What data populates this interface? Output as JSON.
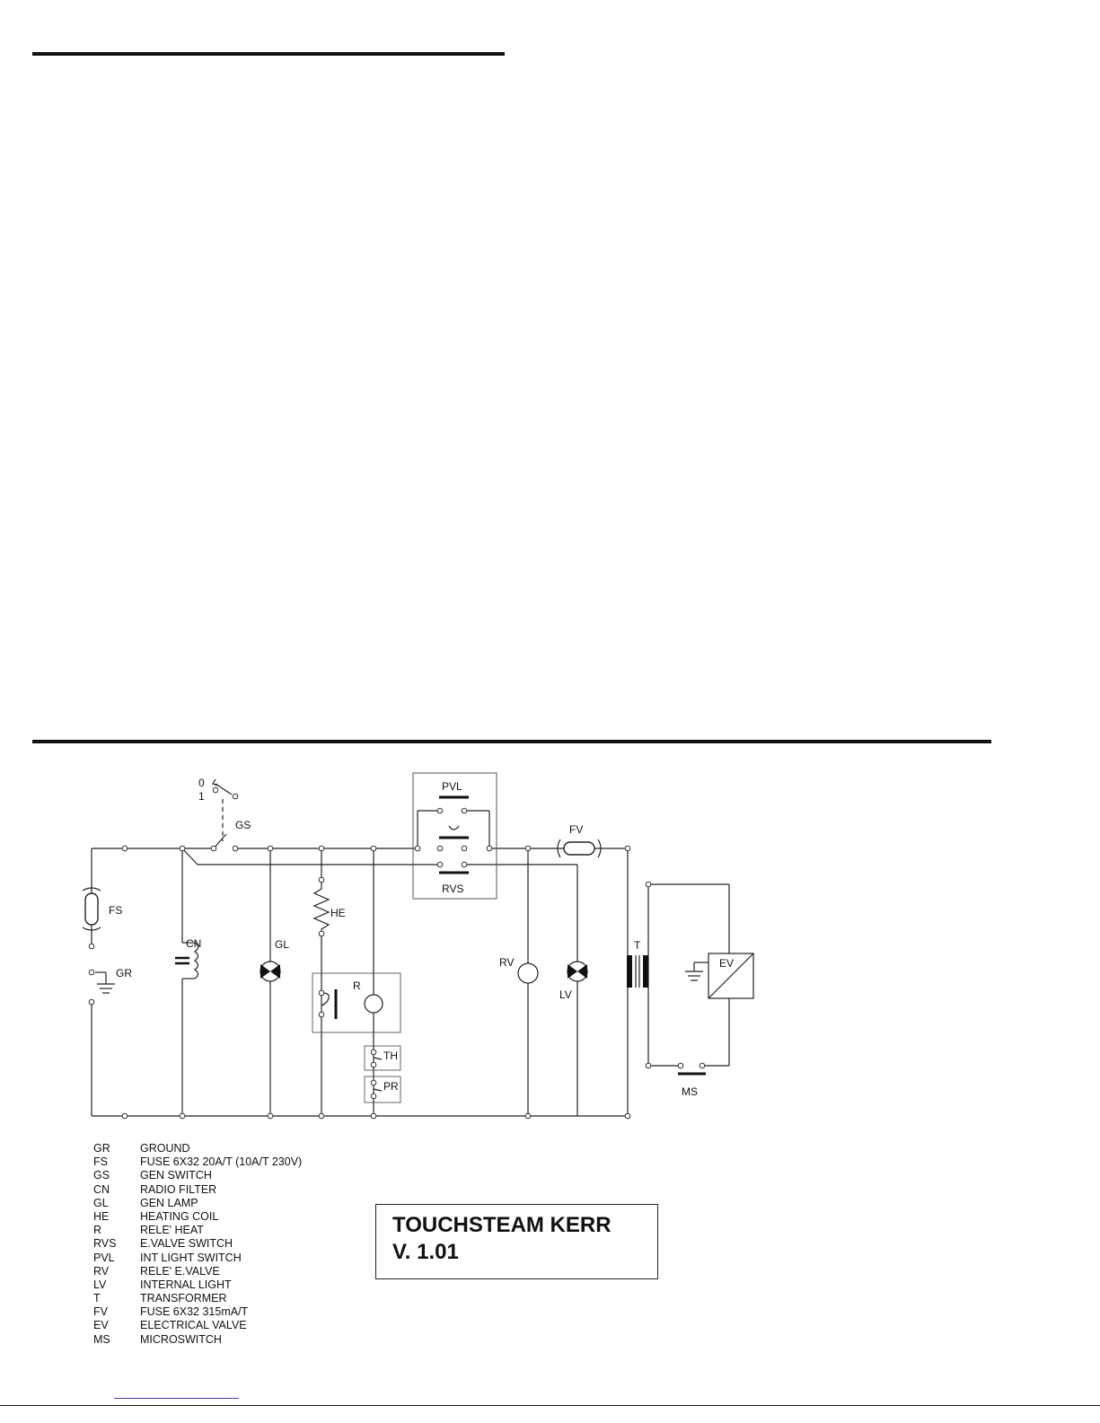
{
  "diagram": {
    "switch_positions": [
      "0",
      "1"
    ],
    "labels": {
      "GS": "GS",
      "PVL": "PVL",
      "RVS": "RVS",
      "FV": "FV",
      "FS": "FS",
      "GR": "GR",
      "CN": "CN",
      "GL": "GL",
      "HE": "HE",
      "R": "R",
      "TH": "TH",
      "PR": "PR",
      "RV": "RV",
      "LV": "LV",
      "T": "T",
      "EV": "EV",
      "MS": "MS"
    }
  },
  "legend": [
    {
      "code": "GR",
      "desc": "GROUND"
    },
    {
      "code": "FS",
      "desc": "FUSE 6X32 20A/T (10A/T 230V)"
    },
    {
      "code": "GS",
      "desc": "GEN SWITCH"
    },
    {
      "code": "CN",
      "desc": "RADIO FILTER"
    },
    {
      "code": "GL",
      "desc": "GEN LAMP"
    },
    {
      "code": "HE",
      "desc": "HEATING COIL"
    },
    {
      "code": "R",
      "desc": "RELE' HEAT"
    },
    {
      "code": "RVS",
      "desc": "E.VALVE SWITCH"
    },
    {
      "code": "PVL",
      "desc": "INT LIGHT SWITCH"
    },
    {
      "code": "RV",
      "desc": "RELE' E.VALVE"
    },
    {
      "code": "LV",
      "desc": "INTERNAL LIGHT"
    },
    {
      "code": "T",
      "desc": "TRANSFORMER"
    },
    {
      "code": "FV",
      "desc": "FUSE 6X32 315mA/T"
    },
    {
      "code": "EV",
      "desc": "ELECTRICAL VALVE"
    },
    {
      "code": "MS",
      "desc": "MICROSWITCH"
    }
  ],
  "title_box": {
    "line1": "TOUCHSTEAM KERR",
    "line2": "V. 1.01"
  }
}
